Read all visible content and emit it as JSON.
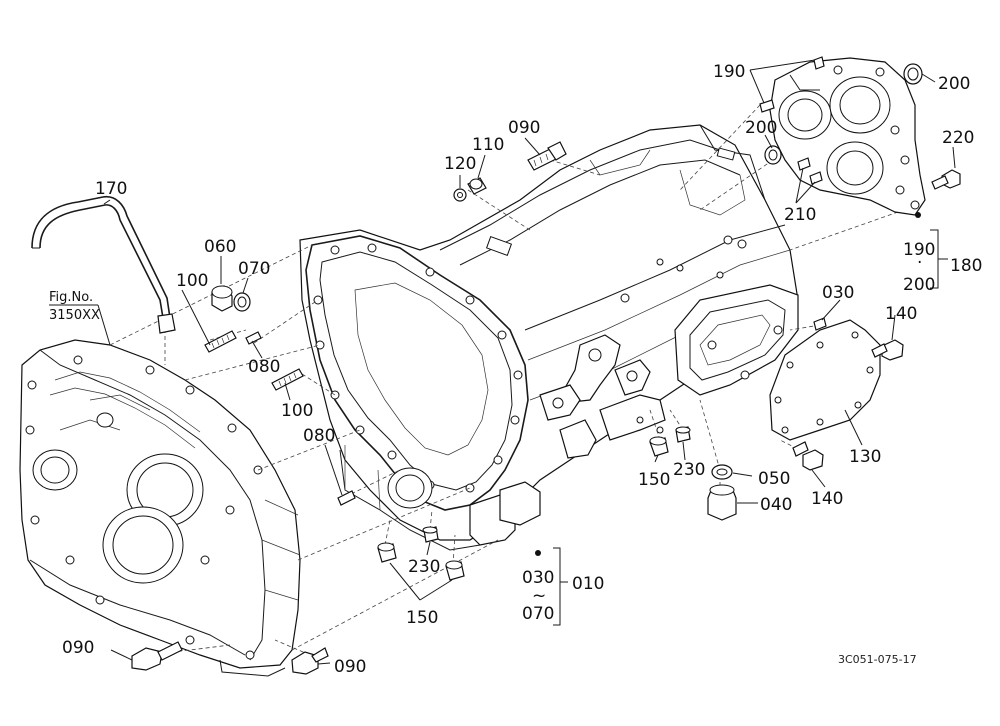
{
  "diagram_code": "3C051-075-17",
  "fig_ref": {
    "line1": "Fig.No.",
    "line2": "3150XX"
  },
  "callouts": {
    "p170": "170",
    "p060": "060",
    "p070": "070",
    "p100a": "100",
    "p080a": "080",
    "p100b": "100",
    "p080b": "080",
    "p120": "120",
    "p110": "110",
    "p090a": "090",
    "p190a": "190",
    "p200a": "200",
    "p200b": "200",
    "p220": "220",
    "p210": "210",
    "p190b": "190",
    "p200c": "200",
    "p180": "180",
    "p030a": "030",
    "p140a": "140",
    "p130": "130",
    "p140b": "140",
    "p150a": "150",
    "p230a": "230",
    "p050": "050",
    "p040": "040",
    "p230b": "230",
    "p150b": "150",
    "p030b": "030",
    "tilde": "~",
    "p070b": "070",
    "p010": "010",
    "p090b": "090",
    "p090c": "090"
  }
}
